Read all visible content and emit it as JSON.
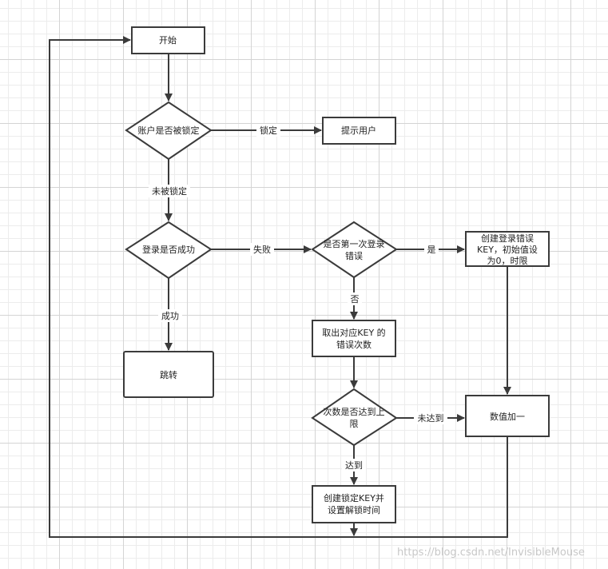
{
  "nodes": {
    "start": "开始",
    "locked_check": "账户是否被锁定",
    "notify_user": "提示用户",
    "login_success_check": "登录是否成功",
    "first_error_check": [
      "是否第一次登录",
      "错误"
    ],
    "create_error_key": [
      "创建登录错误",
      "KEY，初始值设",
      "为0，时限"
    ],
    "jump": "跳转",
    "get_error_count": [
      "取出对应KEY 的",
      "错误次数"
    ],
    "limit_check": [
      "次数是否达到上",
      "限"
    ],
    "increment": "数值加一",
    "create_lock_key": [
      "创建锁定KEY并",
      "设置解锁时间"
    ]
  },
  "edges": {
    "locked": "锁定",
    "not_locked": "未被锁定",
    "failed": "失败",
    "yes": "是",
    "success": "成功",
    "no": "否",
    "not_reached": "未达到",
    "reached": "达到"
  },
  "watermark": "https://blog.csdn.net/InvisibleMouse"
}
